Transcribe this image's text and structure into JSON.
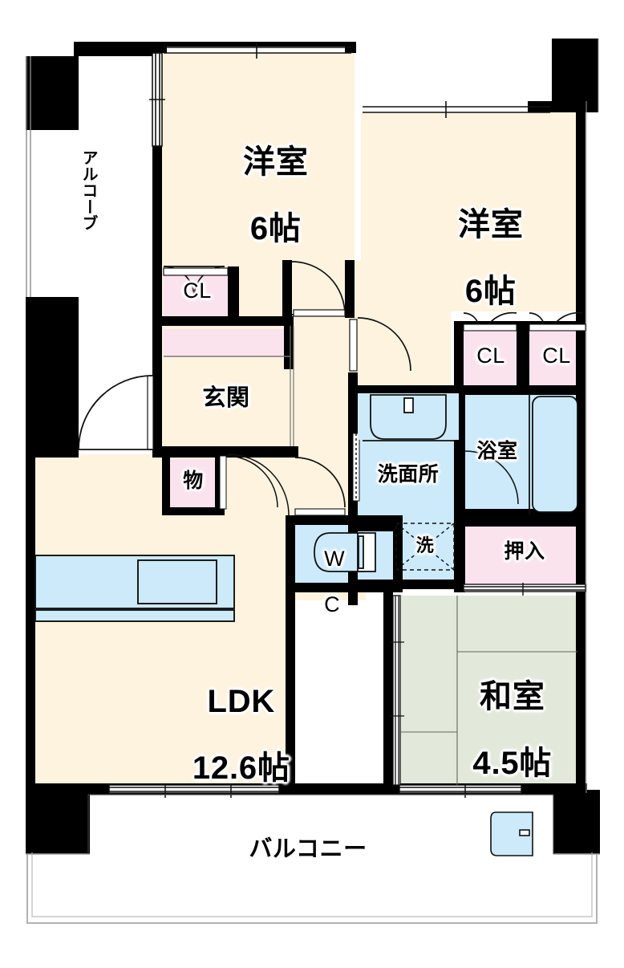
{
  "document": {
    "type": "japanese-apartment-floor-plan",
    "title": "間取り図"
  },
  "palette": {
    "wall": "#000000",
    "room_cream": "#fdf3df",
    "tatami_green": "#e2e8da",
    "water_blue": "#cceafa",
    "closet_pink": "#fbe3ee",
    "background": "#ffffff"
  },
  "rooms": [
    {
      "id": "washitsu",
      "name": "和室",
      "size": "4.5帖",
      "label": "和室\n4.5帖",
      "fill": "tatami_green"
    },
    {
      "id": "yoshitsu_a",
      "name": "洋室",
      "size": "6帖",
      "label": "洋室\n6帖",
      "fill": "room_cream"
    },
    {
      "id": "yoshitsu_b",
      "name": "洋室",
      "size": "6帖",
      "label": "洋室\n6帖",
      "fill": "room_cream"
    },
    {
      "id": "ldk",
      "name": "LDK",
      "size": "12.6帖",
      "label": "LDK\n12.6帖",
      "fill": "room_cream"
    },
    {
      "id": "genkan",
      "name": "玄関",
      "size": "",
      "label": "玄関",
      "fill": "room_cream"
    },
    {
      "id": "senmenjo",
      "name": "洗面所",
      "size": "",
      "label": "洗面所",
      "fill": "water_blue"
    },
    {
      "id": "yokushitsu",
      "name": "浴室",
      "size": "",
      "label": "浴室",
      "fill": "water_blue"
    },
    {
      "id": "wc",
      "name": "WC",
      "size": "",
      "label": "W\nC",
      "fill": "water_blue"
    },
    {
      "id": "balcony",
      "name": "バルコニー",
      "size": "",
      "label": "バルコニー",
      "fill": "background"
    },
    {
      "id": "alcove",
      "name": "アルコーブ",
      "size": "",
      "label": "アルコーブ",
      "fill": "background"
    }
  ],
  "labels": {
    "yoshitsu_top_left_line1": "洋室",
    "yoshitsu_top_left_line2": "6帖",
    "yoshitsu_top_right_line1": "洋室",
    "yoshitsu_top_right_line2": "6帖",
    "ldk_line1": "LDK",
    "ldk_line2": "12.6帖",
    "washitsu_line1": "和室",
    "washitsu_line2": "4.5帖",
    "genkan": "玄関",
    "alcove": "アルコーブ",
    "balcony": "バルコニー",
    "senmenjo": "洗面所",
    "yokushitsu": "浴室",
    "oshiire": "押入",
    "mono": "物",
    "sen": "洗",
    "wc_line1": "W",
    "wc_line2": "C",
    "cl_entry": "CL",
    "cl_right_a": "CL",
    "cl_right_b": "CL"
  },
  "storage": [
    {
      "id": "cl-entry",
      "label": "CL",
      "kind": "closet"
    },
    {
      "id": "cl-right-a",
      "label": "CL",
      "kind": "closet"
    },
    {
      "id": "cl-right-b",
      "label": "CL",
      "kind": "closet"
    },
    {
      "id": "oshiire",
      "label": "押入",
      "kind": "japanese-closet"
    },
    {
      "id": "mono",
      "label": "物",
      "kind": "storage"
    },
    {
      "id": "shoebox",
      "label": "",
      "kind": "shoe-cabinet"
    }
  ],
  "fixtures": [
    {
      "id": "kitchen-counter",
      "name": "kitchen-sink-counter",
      "room": "ldk"
    },
    {
      "id": "vanity-sink",
      "name": "washbasin",
      "room": "senmenjo"
    },
    {
      "id": "washer-space",
      "name": "washing-machine-space",
      "room": "senmenjo",
      "label": "洗"
    },
    {
      "id": "bathtub",
      "name": "bathtub",
      "room": "yokushitsu"
    },
    {
      "id": "toilet",
      "name": "toilet-bowl",
      "room": "wc"
    },
    {
      "id": "balcony-sink",
      "name": "slop-sink",
      "room": "balcony"
    }
  ]
}
